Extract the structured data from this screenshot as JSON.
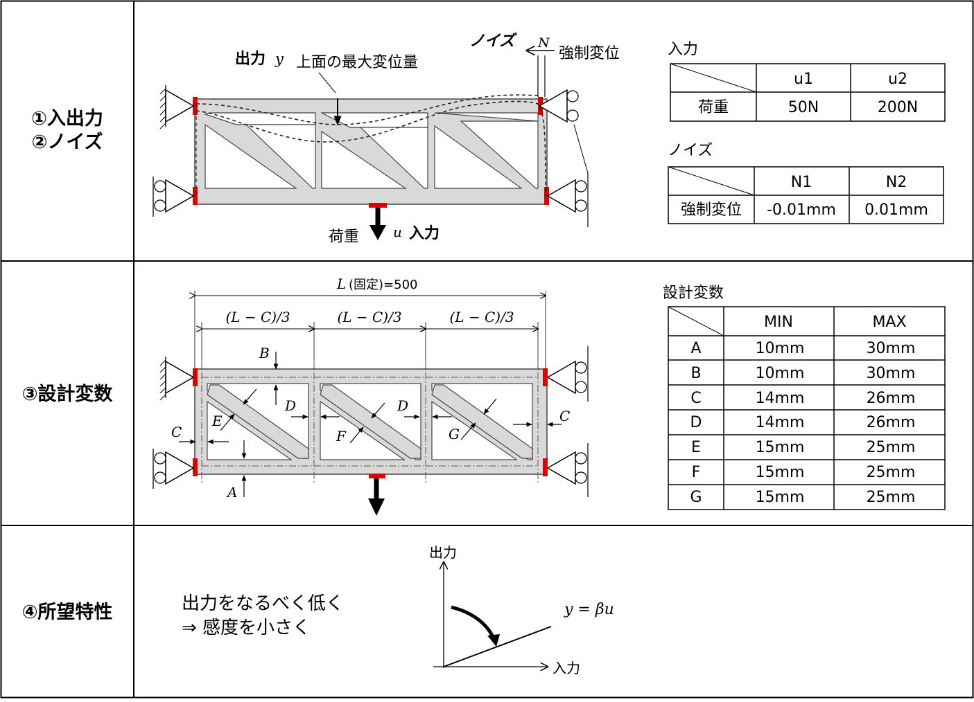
{
  "rows": [
    {
      "label_lines": [
        "①入出力",
        "②ノイズ"
      ]
    },
    {
      "label_lines": [
        "③設計変数"
      ]
    },
    {
      "label_lines": [
        "④所望特性"
      ]
    }
  ],
  "section1": {
    "output_label": "出力",
    "output_var": "y",
    "max_disp_label": "上面の最大変位量",
    "noise_label": "ノイズ",
    "noise_var": "N",
    "forced_disp_label": "強制変位",
    "load_label": "荷重",
    "input_var": "u",
    "input_label": "入力",
    "input_table": {
      "title": "入力",
      "columns": [
        "u1",
        "u2"
      ],
      "row_header": "荷重",
      "values": [
        "50N",
        "200N"
      ]
    },
    "noise_table": {
      "title": "ノイズ",
      "columns": [
        "N1",
        "N2"
      ],
      "row_header": "強制変位",
      "values": [
        "-0.01mm",
        "0.01mm"
      ]
    }
  },
  "section3": {
    "length_var": "L",
    "length_text": "(固定)=500",
    "segment_label": "(L − C)/3",
    "dims": {
      "A": "A",
      "B": "B",
      "C": "C",
      "D": "D",
      "E": "E",
      "F": "F",
      "G": "G"
    },
    "table": {
      "title": "設計変数",
      "columns": [
        "MIN",
        "MAX"
      ],
      "rows": [
        {
          "name": "A",
          "min": "10mm",
          "max": "30mm"
        },
        {
          "name": "B",
          "min": "10mm",
          "max": "30mm"
        },
        {
          "name": "C",
          "min": "14mm",
          "max": "26mm"
        },
        {
          "name": "D",
          "min": "14mm",
          "max": "26mm"
        },
        {
          "name": "E",
          "min": "15mm",
          "max": "25mm"
        },
        {
          "name": "F",
          "min": "15mm",
          "max": "25mm"
        },
        {
          "name": "G",
          "min": "15mm",
          "max": "25mm"
        }
      ]
    }
  },
  "section4": {
    "desc_line1": "出力をなるべく低く",
    "desc_line2": "⇒ 感度を小さく",
    "y_axis": "出力",
    "x_axis": "入力",
    "equation": "y = βu"
  }
}
